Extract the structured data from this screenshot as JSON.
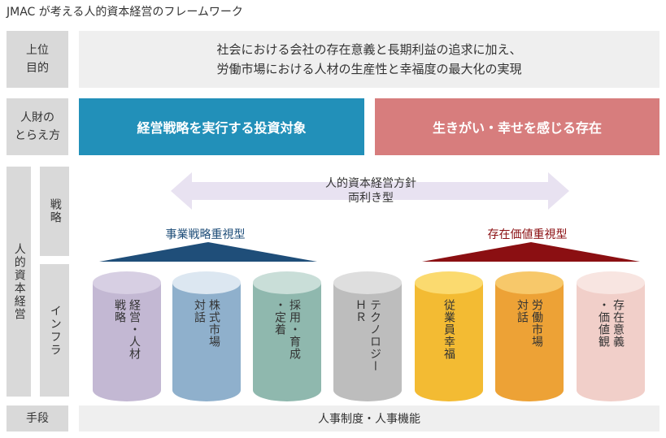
{
  "title": "JMAC が考える人的資本経営のフレームワーク",
  "rows": {
    "purpose": {
      "label": "上位\n目的",
      "lines": [
        "社会における会社の存在意義と長期利益の追求に加え、",
        "労働市場における人材の生産性と幸福度の最大化の実現"
      ]
    },
    "view": {
      "label": "人財の\nとらえ方",
      "left": "経営戦略を実行する投資対象",
      "right": "生きがい・幸せを感じる存在"
    },
    "practice": {
      "label": "人的資本経営",
      "strategy": "戦略",
      "infra": "インフラ"
    },
    "means": {
      "label": "手段",
      "text": "人事制度・人事機能"
    }
  },
  "policy": {
    "line1": "人的資本経営方針",
    "line2": "両利き型"
  },
  "types": {
    "left": "事業戦略重視型",
    "right": "存在価値重視型"
  },
  "pillars": [
    {
      "text": "経営・人材\n戦略",
      "body": "#c3b8d3",
      "top": "#d7cfe3"
    },
    {
      "text": "株式市場\n対話",
      "body": "#8fb0cc",
      "top": "#dce7f1"
    },
    {
      "text": "採用・育成\n・定着",
      "body": "#8fb8ae",
      "top": "#c9ded8"
    },
    {
      "text": "テクノロジー\nＨＲ",
      "body": "#bdbdbd",
      "top": "#dedede"
    },
    {
      "text": "従業員幸福",
      "body": "#f3bb33",
      "top": "#fbda6f"
    },
    {
      "text": "労働市場\n対話",
      "body": "#eda236",
      "top": "#f7c86a"
    },
    {
      "text": "存在意義\n・価値観",
      "body": "#f1cfc9",
      "top": "#f8e5e1"
    }
  ],
  "colors": {
    "view_left": "#2290b9",
    "view_right": "#d77d7d",
    "arrow": "#e8e2f1",
    "left_accent": "#1f4e79",
    "right_accent": "#8b0f12"
  }
}
